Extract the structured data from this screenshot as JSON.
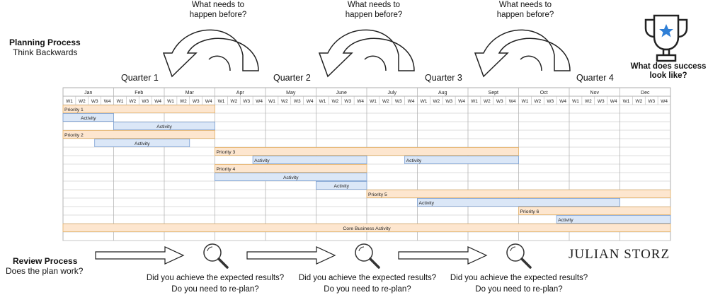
{
  "planning": {
    "title": "Planning Process",
    "subtitle": "Think Backwards"
  },
  "questions": [
    "What needs to\nhappen before?",
    "What needs to\nhappen before?",
    "What needs to\nhappen before?"
  ],
  "success": {
    "text": "What does success\nlook like?",
    "icon": "trophy-icon",
    "star_color": "#2f7fd6"
  },
  "quarters": [
    "Quarter 1",
    "Quarter 2",
    "Quarter 3",
    "Quarter 4"
  ],
  "months": [
    "Jan",
    "Feb",
    "Mar",
    "Apr",
    "May",
    "June",
    "July",
    "Aug",
    "Sept",
    "Oct",
    "Nov",
    "Dec"
  ],
  "weeks": [
    "W1",
    "W2",
    "W3",
    "W4"
  ],
  "colors": {
    "priority_fill": "#fde6cf",
    "priority_border": "#e6b46a",
    "activity_fill": "#dbe7f7",
    "activity_border": "#7a9fd3",
    "grid": "#d0d0d0"
  },
  "bars": [
    {
      "row": 0,
      "start": 0,
      "end": 12,
      "type": "priority",
      "label": "Priority 1"
    },
    {
      "row": 1,
      "start": 0,
      "end": 4,
      "type": "activity",
      "label": "Activity"
    },
    {
      "row": 2,
      "start": 4,
      "end": 12,
      "type": "activity",
      "label": "Activity"
    },
    {
      "row": 3,
      "start": 0,
      "end": 12,
      "type": "priority",
      "label": "Priority 2"
    },
    {
      "row": 4,
      "start": 2.5,
      "end": 10,
      "type": "activity",
      "label": "Activity"
    },
    {
      "row": 5,
      "start": 12,
      "end": 36,
      "type": "priority",
      "label": "Priority 3"
    },
    {
      "row": 6,
      "start": 15,
      "end": 24,
      "type": "activity",
      "label": "Activity",
      "align": "left"
    },
    {
      "row": 6,
      "start": 27,
      "end": 36,
      "type": "activity",
      "label": "Activity",
      "align": "left"
    },
    {
      "row": 7,
      "start": 12,
      "end": 24,
      "type": "priority",
      "label": "Priority 4"
    },
    {
      "row": 8,
      "start": 12,
      "end": 24,
      "type": "activity",
      "label": "Activity"
    },
    {
      "row": 9,
      "start": 20,
      "end": 24,
      "type": "activity",
      "label": "Activity"
    },
    {
      "row": 10,
      "start": 24,
      "end": 48,
      "type": "priority",
      "label": "Priority 5"
    },
    {
      "row": 11,
      "start": 28,
      "end": 44,
      "type": "activity",
      "label": "Activity",
      "align": "left"
    },
    {
      "row": 12,
      "start": 36,
      "end": 48,
      "type": "priority",
      "label": "Priority 6"
    },
    {
      "row": 13,
      "start": 39,
      "end": 48,
      "type": "activity",
      "label": "Activity",
      "align": "left"
    },
    {
      "row": 14,
      "start": 0,
      "end": 48,
      "type": "priority",
      "label": "Core Business Activity",
      "align": "center"
    }
  ],
  "review": {
    "title": "Review Process",
    "subtitle": "Does the plan work?",
    "questions": [
      "Did you achieve the expected results?\nDo you need to re-plan?",
      "Did you achieve the expected results?\nDo you need to re-plan?",
      "Did you achieve the expected results?\nDo you need to re-plan?"
    ]
  },
  "brand": {
    "name": "JULIAN STORZ"
  }
}
